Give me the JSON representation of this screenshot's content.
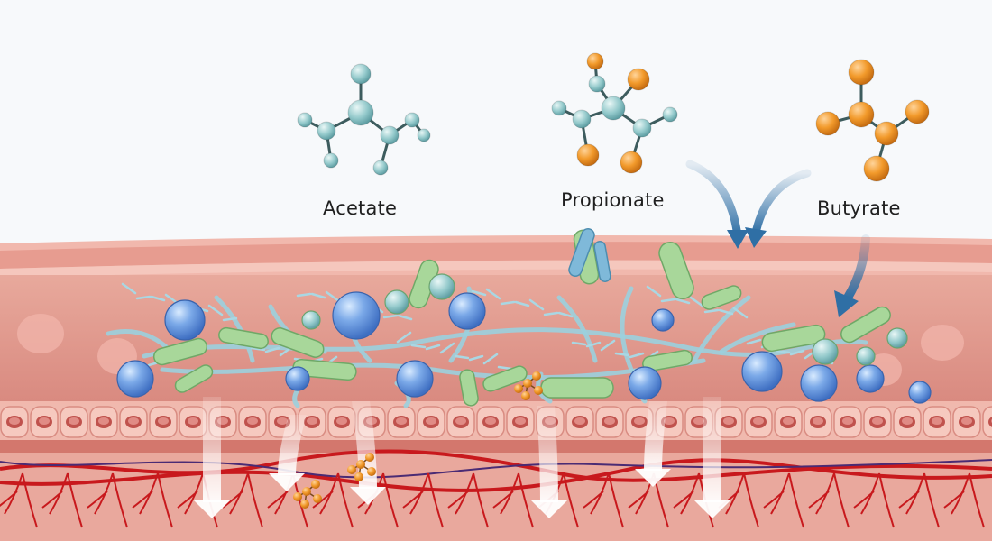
{
  "labels": {
    "acetate": "Acetate",
    "propionate": "Propionate",
    "butyrate": "Butyrate"
  },
  "colors": {
    "background": "#f7f9fb",
    "acetate_atom": "#9ccfd1",
    "acid_atom": "#f09a2a",
    "tissue": "#e9a79b",
    "muscle": "#d98277",
    "blood_vessel": "#c8191d",
    "vein": "#4a2b74",
    "mucus": "#9bd0de",
    "bacteria_green": "#a8d79a",
    "bacteria_blue": "#6f9fe2",
    "arrow_blue": "#2f6fa5"
  },
  "icons": {
    "acetate_molecule": "molecule-icon",
    "propionate_molecule": "molecule-icon",
    "butyrate_molecule": "molecule-icon"
  }
}
